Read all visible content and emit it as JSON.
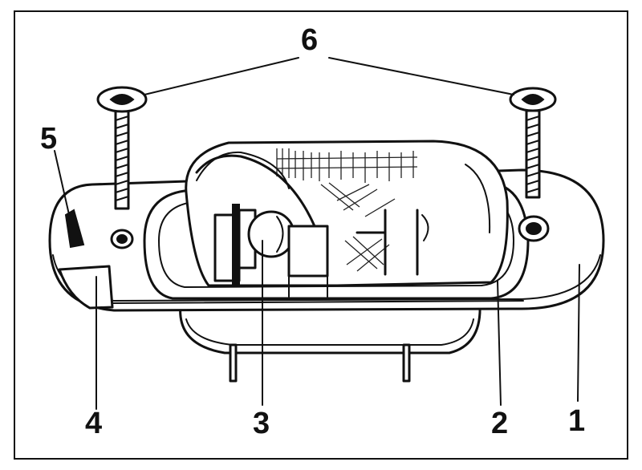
{
  "diagram": {
    "callouts": [
      {
        "id": "1",
        "text": "1"
      },
      {
        "id": "2",
        "text": "2"
      },
      {
        "id": "3",
        "text": "3"
      },
      {
        "id": "4",
        "text": "4"
      },
      {
        "id": "5",
        "text": "5"
      },
      {
        "id": "6",
        "text": "6"
      }
    ],
    "colors": {
      "ink": "#111111",
      "paper": "#ffffff"
    }
  }
}
